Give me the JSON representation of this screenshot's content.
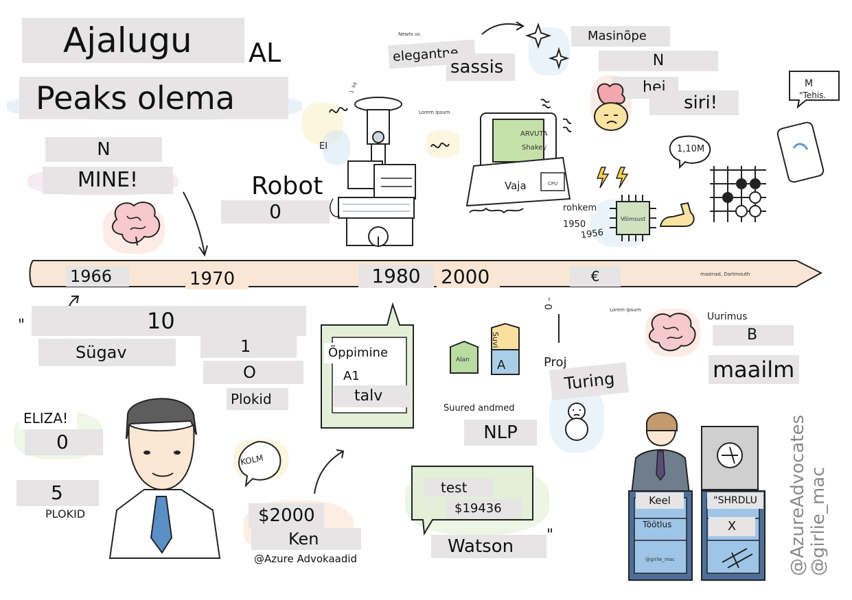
{
  "title": {
    "line1": "Ajalugu",
    "line1_suffix": "AL",
    "line2": "Peaks olema"
  },
  "top_left": {
    "n": "N",
    "mine": "MINE!"
  },
  "robot": {
    "label": "Robot",
    "count": "0",
    "ka_tag": "1. ka",
    "ei_tag": "EI",
    "small_tag": "Lorem Ipsum"
  },
  "computer": {
    "screen_line1": "ARVUTA",
    "screen_line2": "Shakey",
    "vaja": "Vaja",
    "cpu": "CPU"
  },
  "top_center": {
    "news_vs": "Newts vs.",
    "elegantne": "elegantne",
    "sassis": "sassis"
  },
  "top_right": {
    "masinope": "Masinõpe",
    "n": "N",
    "hei": "hei",
    "siri": "siri!"
  },
  "phone_bubble": {
    "line1": "M",
    "line2": "\"Tehis."
  },
  "gpu": {
    "chip_label": "Võimsust",
    "rohkem": "rohkem",
    "y1950": "1950",
    "y1956": "1956"
  },
  "go_bubble": "1,10M",
  "timeline": {
    "years": [
      "1966",
      "1970",
      "1980",
      "2000"
    ],
    "euro": "€",
    "dartmouth": "masinad, Dartmouth"
  },
  "bottom_left": {
    "quote_mark": "\"",
    "ten": "10",
    "sugav": "Sügav",
    "one": "1",
    "o": "O",
    "plokid": "Plokid",
    "eliza": "ELIZA!",
    "zero": "0",
    "five": "5",
    "plokid_caps": "PLOKID"
  },
  "kolm": "KOLM",
  "bottom_center": {
    "oppimine": "Õppimine",
    "a1": "A1",
    "talv": "talv",
    "money": "$2000",
    "ken": "Ken",
    "azure": "@Azure Advokaadid",
    "block_alan": "Alan",
    "block_suvi": "Suvi",
    "block_a": "A",
    "suured_andmed": "Suured andmed",
    "nlp": "NLP",
    "test": "test",
    "price": "$19436",
    "watson": "Watson",
    "close_quote": "\""
  },
  "mid_right": {
    "zero_rot": "0 -",
    "proj": "Proj",
    "turing": "Turing",
    "tiny1": "Lorem Ipsum",
    "uurimus": "Uurimus",
    "b": "B",
    "maailm": "maailm"
  },
  "jeopardy": {
    "keel": "Keel",
    "shrdlu": "\"SHRDLU",
    "tootlus": "Töötlus",
    "x": "X",
    "podium_small": "@girlie_mac"
  },
  "credits": {
    "line1": "@AzureAdvocates",
    "line2": "@girlie_mac"
  },
  "colors": {
    "timeline_fill": "#fbe6d6",
    "label_bg": "#e6e4e4",
    "screen_green": "#c5e0a8",
    "pink": "#f6c6c6",
    "blue": "#bcd8ee",
    "yellow": "#fbe9a6"
  }
}
